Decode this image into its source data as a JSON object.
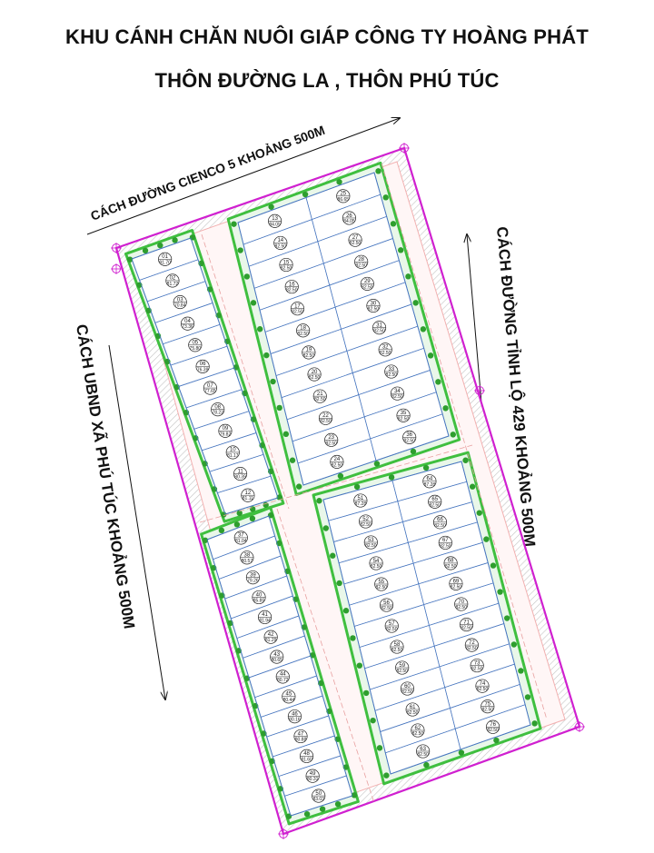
{
  "header": {
    "title_line1": "KHU CÁNH CHĂN NUÔI GIÁP CÔNG TY HOÀNG PHÁT",
    "title_line2": "THÔN ĐƯỜNG LA , THÔN PHÚ TÚC"
  },
  "directions": {
    "top": "CÁCH ĐƯỜNG CIENCO 5 KHOẢNG 500M",
    "right": "CÁCH ĐƯỜNG TỈNH LỘ 429 KHOẢNG 500M",
    "left": "CÁCH UBND XÃ PHÚ TÚC KHOẢNG 500M"
  },
  "colors": {
    "boundary": "#d020d0",
    "hatch": "#b8b8b8",
    "road_edge": "#f5c0c0",
    "green_strip": "#3fbf3f",
    "tree": "#2e9e2e",
    "lot_line": "#4a78c0"
  },
  "blocks": [
    {
      "name": "block-top-left",
      "lots": [
        {
          "num": "01",
          "area": "91.70"
        },
        {
          "num": "02",
          "area": "81.72"
        },
        {
          "num": "03",
          "area": "70.84"
        },
        {
          "num": "04",
          "area": "73.36"
        },
        {
          "num": "05",
          "area": "75.80"
        },
        {
          "num": "06",
          "area": "76.39"
        },
        {
          "num": "07",
          "area": "77.65"
        },
        {
          "num": "08",
          "area": "78.23"
        },
        {
          "num": "09",
          "area": "79.82"
        },
        {
          "num": "10",
          "area": "81.17"
        },
        {
          "num": "11",
          "area": "80.39"
        },
        {
          "num": "12",
          "area": "81.11"
        }
      ]
    },
    {
      "name": "block-top-right",
      "lots": [
        {
          "num": "13",
          "area": "84.05"
        },
        {
          "num": "14",
          "area": "82.50"
        },
        {
          "num": "15",
          "area": "82.50"
        },
        {
          "num": "16",
          "area": "82.50"
        },
        {
          "num": "17",
          "area": "82.50"
        },
        {
          "num": "18",
          "area": "82.50"
        },
        {
          "num": "19",
          "area": "82.50"
        },
        {
          "num": "20",
          "area": "82.50"
        },
        {
          "num": "21",
          "area": "82.50"
        },
        {
          "num": "22",
          "area": "82.50"
        },
        {
          "num": "23",
          "area": "82.50"
        },
        {
          "num": "24",
          "area": "82.50"
        },
        {
          "num": "25",
          "area": "86.65"
        },
        {
          "num": "26",
          "area": "84.05"
        },
        {
          "num": "27",
          "area": "82.50"
        },
        {
          "num": "28",
          "area": "82.50"
        },
        {
          "num": "29",
          "area": "82.50"
        },
        {
          "num": "30",
          "area": "82.50"
        },
        {
          "num": "31",
          "area": "82.50"
        },
        {
          "num": "32",
          "area": "82.50"
        },
        {
          "num": "33",
          "area": "82.50"
        },
        {
          "num": "34",
          "area": "82.50"
        },
        {
          "num": "35",
          "area": "82.50"
        },
        {
          "num": "36",
          "area": "82.50"
        }
      ]
    },
    {
      "name": "block-bottom-left",
      "lots": [
        {
          "num": "37",
          "area": "81.04"
        },
        {
          "num": "38",
          "area": "80.57"
        },
        {
          "num": "39",
          "area": "79.26"
        },
        {
          "num": "40",
          "area": "85.85"
        },
        {
          "num": "41",
          "area": "81.94"
        },
        {
          "num": "42",
          "area": "81.29"
        },
        {
          "num": "43",
          "area": "80.65"
        },
        {
          "num": "44",
          "area": "80.72"
        },
        {
          "num": "45",
          "area": "80.44"
        },
        {
          "num": "46",
          "area": "80.16"
        },
        {
          "num": "47",
          "area": "80.88"
        },
        {
          "num": "48",
          "area": "81.60"
        },
        {
          "num": "49",
          "area": "80.31"
        },
        {
          "num": "50",
          "area": "83.03"
        }
      ]
    },
    {
      "name": "block-bottom-right",
      "lots": [
        {
          "num": "51",
          "area": "87.28"
        },
        {
          "num": "52",
          "area": "82.50"
        },
        {
          "num": "53",
          "area": "82.50"
        },
        {
          "num": "54",
          "area": "82.50"
        },
        {
          "num": "55",
          "area": "82.50"
        },
        {
          "num": "56",
          "area": "82.50"
        },
        {
          "num": "57",
          "area": "82.50"
        },
        {
          "num": "58",
          "area": "82.50"
        },
        {
          "num": "59",
          "area": "82.50"
        },
        {
          "num": "60",
          "area": "82.50"
        },
        {
          "num": "61",
          "area": "82.50"
        },
        {
          "num": "62",
          "area": "82.50"
        },
        {
          "num": "63",
          "area": "82.50"
        },
        {
          "num": "64",
          "area": "87.28"
        },
        {
          "num": "65",
          "area": "82.50"
        },
        {
          "num": "66",
          "area": "82.50"
        },
        {
          "num": "67",
          "area": "82.50"
        },
        {
          "num": "68",
          "area": "82.50"
        },
        {
          "num": "69",
          "area": "82.50"
        },
        {
          "num": "70",
          "area": "82.50"
        },
        {
          "num": "71",
          "area": "82.50"
        },
        {
          "num": "72",
          "area": "82.50"
        },
        {
          "num": "73",
          "area": "82.50"
        },
        {
          "num": "74",
          "area": "82.50"
        },
        {
          "num": "75",
          "area": "82.50"
        },
        {
          "num": "76",
          "area": "82.50"
        }
      ]
    }
  ]
}
